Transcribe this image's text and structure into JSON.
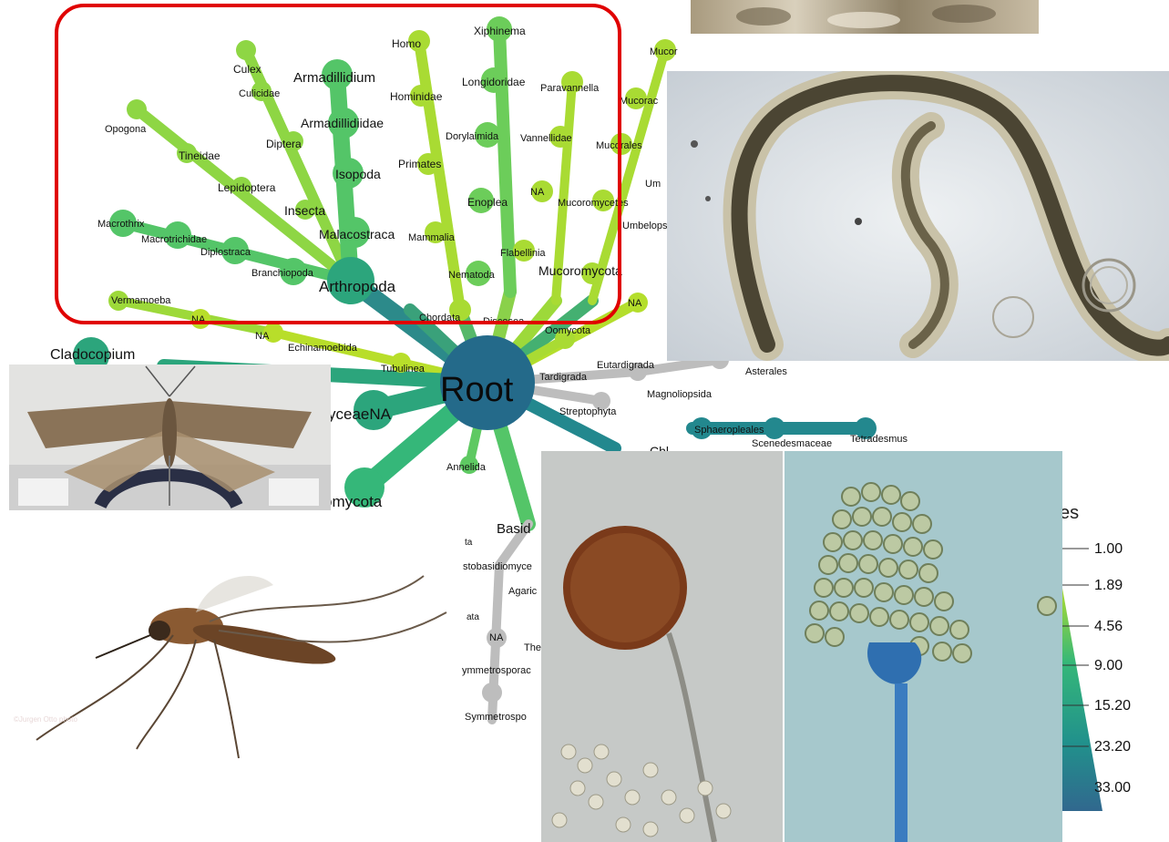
{
  "diagram": {
    "type": "taxonomic-tree",
    "root_label": "Root",
    "highlight_box_color": "#e00000",
    "edge_color_scale": [
      "#2b5c8a",
      "#23888e",
      "#2ca57c",
      "#54c568",
      "#8ed644",
      "#b4de2c"
    ],
    "unassigned_color": "#bdbdbd",
    "labels": {
      "culex": "Culex",
      "culicidae": "Culicidae",
      "armadillidium": "Armadillidium",
      "armadillidiidae": "Armadillidiidae",
      "homo": "Homo",
      "hominidae": "Hominidae",
      "xiphinema": "Xiphinema",
      "longidoridae": "Longidoridae",
      "paravannella": "Paravannella",
      "mucor_top": "Mucor",
      "mucorac": "Mucorac",
      "opogona": "Opogona",
      "tineidae": "Tineidae",
      "diptera": "Diptera",
      "isopoda": "Isopoda",
      "primates": "Primates",
      "dorylaimida": "Dorylaimida",
      "vannellidae": "Vannellidae",
      "mucorales": "Mucorales",
      "lepidoptera": "Lepidoptera",
      "insecta": "Insecta",
      "malacostraca": "Malacostraca",
      "mammalia": "Mammalia",
      "enoplea": "Enoplea",
      "na_1": "NA",
      "mucoromycetes": "Mucoromycetes",
      "um": "Um",
      "umbelopsidom": "Umbelopsidom",
      "macrothrix": "Macrothrix",
      "macrotrichidae": "Macrotrichidae",
      "diplostraca": "Diplostraca",
      "branchiopoda": "Branchiopoda",
      "flabellinia": "Flabellinia",
      "nematoda": "Nematoda",
      "mucoromycota": "Mucoromycota",
      "arthropoda": "Arthropoda",
      "vermamoeba": "Vermamoeba",
      "na_2": "NA",
      "na_3": "NA",
      "echinamoebida": "Echinamoebida",
      "chordata": "Chordata",
      "discosea": "Discosea",
      "oomycota": "Oomycota",
      "na_4": "NA",
      "cladocopium": "Cladocopium",
      "tubulinea": "Tubulinea",
      "eutardigrada": "Eutardigrada",
      "tardigrada": "Tardigrada",
      "asterales": "Asterales",
      "magnoliopsida": "Magnoliopsida",
      "streptophyta": "Streptophyta",
      "sphaeropleales": "Sphaeropleales",
      "tetradesmus": "Tetradesmus",
      "scenedesmaceae": "Scenedesmaceae",
      "chlorophyceae": "Chl",
      "yceae_na": "yceaeNA",
      "annelida": "Annelida",
      "omycota": "omycota",
      "basid": "Basid",
      "ta": "ta",
      "stobasidiomyce": "stobasidiomyce",
      "agaric": "Agaric",
      "ata": "ata",
      "na_5": "NA",
      "the": "The",
      "ymmetrosporac": "ymmetrosporac",
      "symmetrospo": "Symmetrospo"
    }
  },
  "legend": {
    "title": "es",
    "values": [
      "1.00",
      "1.89",
      "4.56",
      "9.00",
      "15.20",
      "23.20",
      "33.00"
    ]
  },
  "photos": {
    "top_strip": "stone-texture-photo",
    "nematode": "nematode-micrograph",
    "moth": "moth-specimen-photo",
    "mosquito": "mosquito-photo",
    "mosquito_watermark": "©Jurgen Otto photo",
    "fungus": "mucor-sporangium-micrograph"
  }
}
